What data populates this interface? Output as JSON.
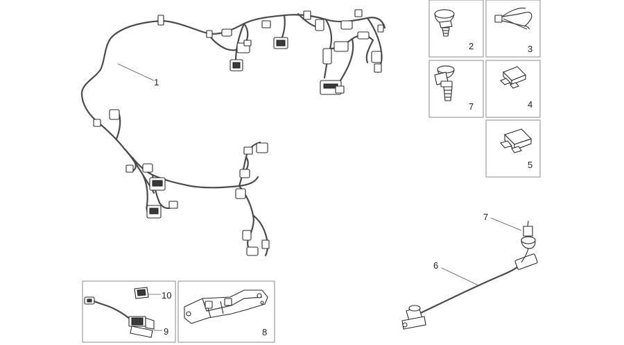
{
  "part_labels": {
    "harness": "1",
    "clip": "2",
    "cable_tie": "3",
    "fuse_small": "4",
    "fuse_large": "5",
    "sensor_cable": "6",
    "clip_bolt_box": "7",
    "clip_bolt_callout": "7",
    "bracket": "8",
    "relay_cable": "9",
    "rubber_boot": "10"
  },
  "colors": {
    "line": "#3a3a3a",
    "box_border": "#8a8a8a",
    "background": "#ffffff"
  }
}
